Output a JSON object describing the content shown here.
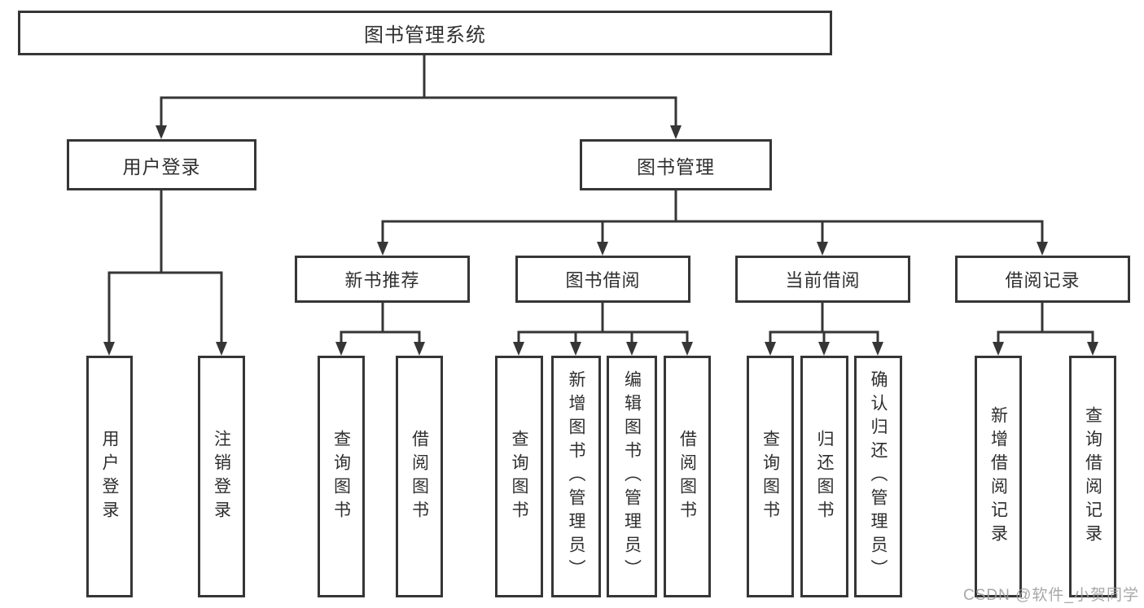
{
  "diagram": {
    "root": {
      "label": "图书管理系统"
    },
    "level1": [
      {
        "label": "用户登录"
      },
      {
        "label": "图书管理"
      }
    ],
    "level2": [
      {
        "label": "新书推荐"
      },
      {
        "label": "图书借阅"
      },
      {
        "label": "当前借阅"
      },
      {
        "label": "借阅记录"
      }
    ],
    "leaves": [
      {
        "label": "用户登录"
      },
      {
        "label": "注销登录"
      },
      {
        "label": "查询图书"
      },
      {
        "label": "借阅图书"
      },
      {
        "label": "查询图书"
      },
      {
        "label": "新增图书（管理员）"
      },
      {
        "label": "编辑图书（管理员）"
      },
      {
        "label": "借阅图书"
      },
      {
        "label": "查询图书"
      },
      {
        "label": "归还图书"
      },
      {
        "label": "确认归还（管理员）"
      },
      {
        "label": "新增借阅记录"
      },
      {
        "label": "查询借阅记录"
      }
    ]
  },
  "watermark": {
    "text": "CSDN @软件_小贺同学"
  },
  "colors": {
    "line": "#363636",
    "text": "#2f2f2f",
    "watermark": "#9e9e9e",
    "background": "#ffffff"
  }
}
